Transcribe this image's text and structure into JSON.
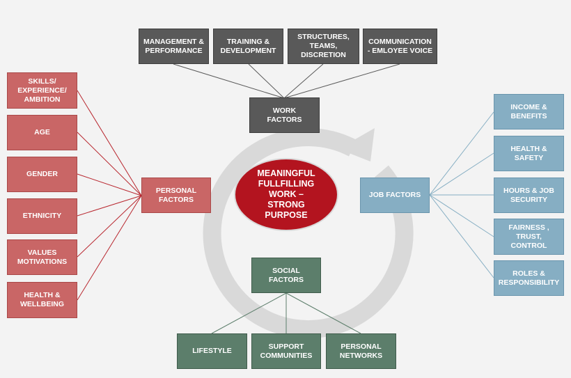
{
  "center": {
    "label": "MEANINGFUL\nFULLFILLING\nWORK –\nSTRONG\nPURPOSE"
  },
  "work": {
    "main": "WORK\nFACTORS",
    "items": [
      "MANAGEMENT &\nPERFORMANCE",
      "TRAINING &\nDEVELOPMENT",
      "STRUCTURES,\nTEAMS,\nDISCRETION",
      "COMMUNICATION\n- EMLOYEE VOICE"
    ]
  },
  "personal": {
    "main": "PERSONAL\nFACTORS",
    "items": [
      "SKILLS/\nEXPERIENCE/\nAMBITION",
      "AGE",
      "GENDER",
      "ETHNICITY",
      "VALUES\nMOTIVATIONS",
      "HEALTH &\nWELLBEING"
    ]
  },
  "job": {
    "main": "JOB FACTORS",
    "items": [
      "INCOME &\nBENEFITS",
      "HEALTH  &\nSAFETY",
      "HOURS & JOB\nSECURITY",
      "FAIRNESS ,\nTRUST,\nCONTROL",
      "ROLES &\nRESPONSIBILITY"
    ]
  },
  "social": {
    "main": "SOCIAL\nFACTORS",
    "items": [
      "LIFESTYLE",
      "SUPPORT\nCOMMUNITIES",
      "PERSONAL\nNETWORKS"
    ]
  },
  "colors": {
    "work": "#595959",
    "personal": "#c96666",
    "job": "#86aec3",
    "social": "#5c7e6b",
    "center": "#b3141f",
    "cycle_arrow": "#d9d9d9"
  }
}
